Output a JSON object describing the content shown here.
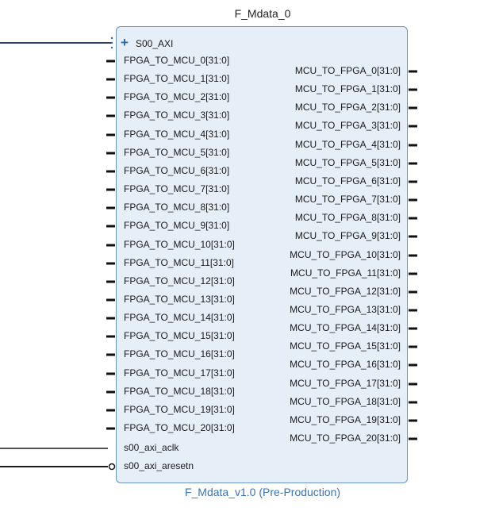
{
  "block": {
    "name": "F_Mdata_0",
    "version_label": "F_Mdata_v1.0 (Pre-Production)",
    "colors": {
      "box_fill": "#e6eef8",
      "box_border": "#6b94c8",
      "subtitle": "#3a72b8",
      "wire": "#2c3e6e",
      "pin": "#111111"
    }
  },
  "interface": {
    "label": "S00_AXI",
    "icon": "plus-icon"
  },
  "inputs": [
    "FPGA_TO_MCU_0[31:0]",
    "FPGA_TO_MCU_1[31:0]",
    "FPGA_TO_MCU_2[31:0]",
    "FPGA_TO_MCU_3[31:0]",
    "FPGA_TO_MCU_4[31:0]",
    "FPGA_TO_MCU_5[31:0]",
    "FPGA_TO_MCU_6[31:0]",
    "FPGA_TO_MCU_7[31:0]",
    "FPGA_TO_MCU_8[31:0]",
    "FPGA_TO_MCU_9[31:0]",
    "FPGA_TO_MCU_10[31:0]",
    "FPGA_TO_MCU_11[31:0]",
    "FPGA_TO_MCU_12[31:0]",
    "FPGA_TO_MCU_13[31:0]",
    "FPGA_TO_MCU_14[31:0]",
    "FPGA_TO_MCU_15[31:0]",
    "FPGA_TO_MCU_16[31:0]",
    "FPGA_TO_MCU_17[31:0]",
    "FPGA_TO_MCU_18[31:0]",
    "FPGA_TO_MCU_19[31:0]",
    "FPGA_TO_MCU_20[31:0]"
  ],
  "control_inputs": [
    "s00_axi_aclk",
    "s00_axi_aresetn"
  ],
  "outputs": [
    "MCU_TO_FPGA_0[31:0]",
    "MCU_TO_FPGA_1[31:0]",
    "MCU_TO_FPGA_2[31:0]",
    "MCU_TO_FPGA_3[31:0]",
    "MCU_TO_FPGA_4[31:0]",
    "MCU_TO_FPGA_5[31:0]",
    "MCU_TO_FPGA_6[31:0]",
    "MCU_TO_FPGA_7[31:0]",
    "MCU_TO_FPGA_8[31:0]",
    "MCU_TO_FPGA_9[31:0]",
    "MCU_TO_FPGA_10[31:0]",
    "MCU_TO_FPGA_11[31:0]",
    "MCU_TO_FPGA_12[31:0]",
    "MCU_TO_FPGA_13[31:0]",
    "MCU_TO_FPGA_14[31:0]",
    "MCU_TO_FPGA_15[31:0]",
    "MCU_TO_FPGA_16[31:0]",
    "MCU_TO_FPGA_17[31:0]",
    "MCU_TO_FPGA_18[31:0]",
    "MCU_TO_FPGA_19[31:0]",
    "MCU_TO_FPGA_20[31:0]"
  ]
}
